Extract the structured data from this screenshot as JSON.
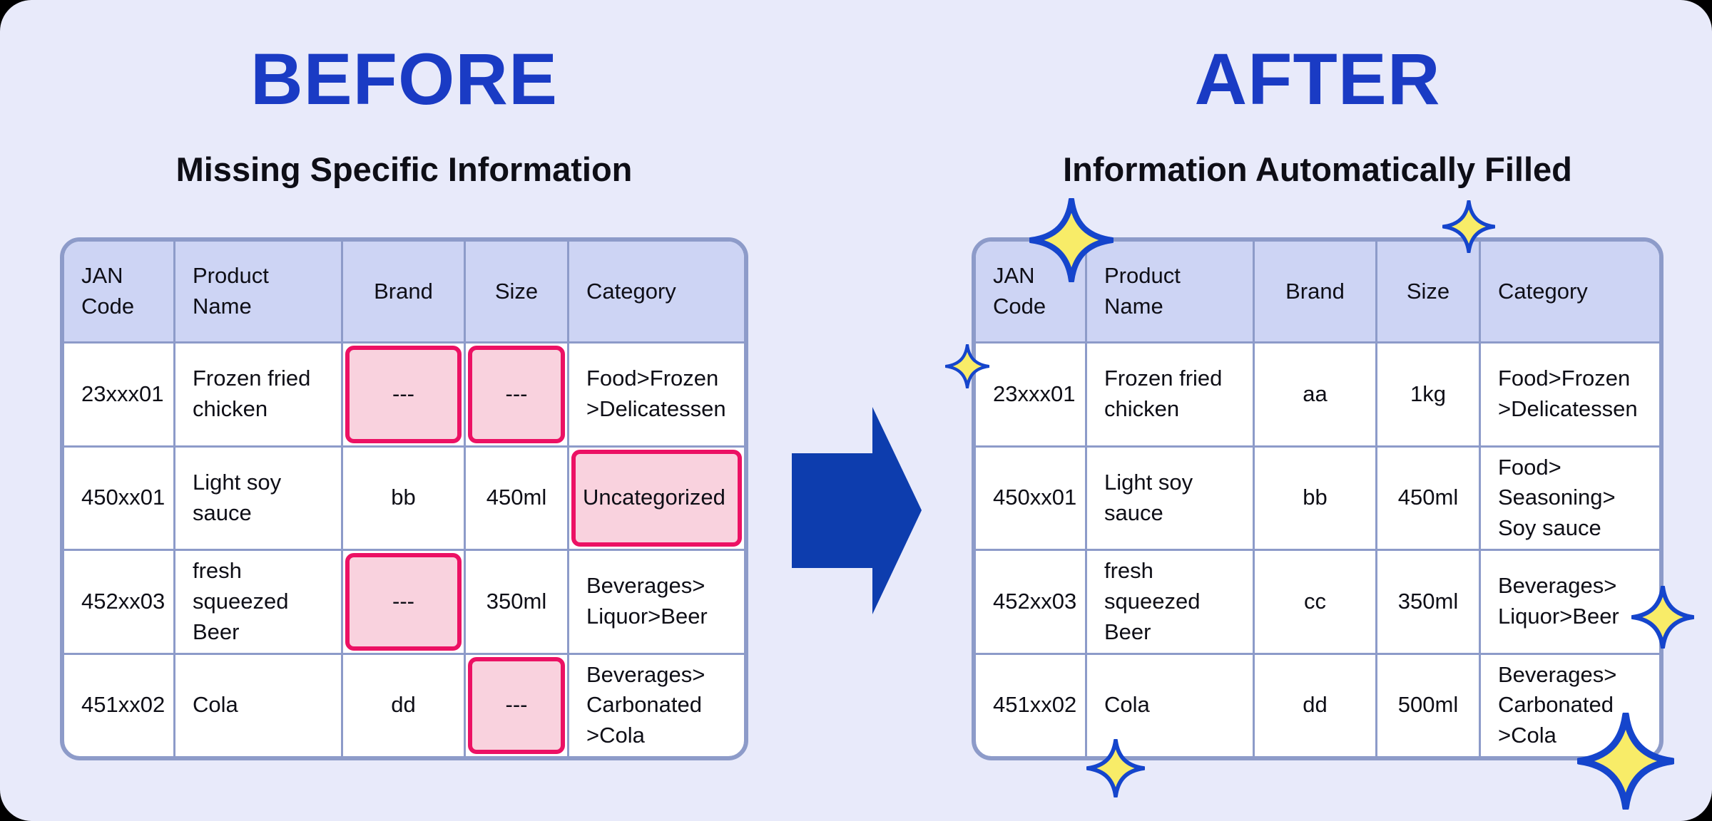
{
  "colors": {
    "card_bg": "#e8eafa",
    "header_bg": "#cdd4f4",
    "grid_border": "#8d9bc9",
    "cell_bg": "#ffffff",
    "highlight_fill": "#f9d2de",
    "highlight_border": "#ec1164",
    "title_blue": "#1a3bc4",
    "arrow_blue": "#0d3dae",
    "sparkle_fill": "#f8ec68",
    "sparkle_stroke": "#1545cc",
    "text": "#0e0e16"
  },
  "before": {
    "title": "BEFORE",
    "subtitle": "Missing Specific Information",
    "table": {
      "headers": [
        "JAN\nCode",
        "Product\nName",
        "Brand",
        "Size",
        "Category"
      ],
      "rows": [
        [
          {
            "text": "23xxx01"
          },
          {
            "text": "Frozen fried\nchicken"
          },
          {
            "text": "---",
            "highlight": true
          },
          {
            "text": "---",
            "highlight": true
          },
          {
            "text": "Food>Frozen\n>Delicatessen"
          }
        ],
        [
          {
            "text": "450xx01"
          },
          {
            "text": "Light soy\nsauce"
          },
          {
            "text": "bb"
          },
          {
            "text": "450ml"
          },
          {
            "text": "Uncategorized",
            "highlight": true
          }
        ],
        [
          {
            "text": "452xx03"
          },
          {
            "text": "fresh\nsqueezed\nBeer"
          },
          {
            "text": "---",
            "highlight": true
          },
          {
            "text": "350ml"
          },
          {
            "text": "Beverages>\nLiquor>Beer"
          }
        ],
        [
          {
            "text": "451xx02"
          },
          {
            "text": "Cola"
          },
          {
            "text": "dd"
          },
          {
            "text": "---",
            "highlight": true
          },
          {
            "text": "Beverages>\nCarbonated\n>Cola"
          }
        ]
      ]
    }
  },
  "after": {
    "title": "AFTER",
    "subtitle": "Information Automatically Filled",
    "table": {
      "headers": [
        "JAN\nCode",
        "Product\nName",
        "Brand",
        "Size",
        "Category"
      ],
      "rows": [
        [
          {
            "text": "23xxx01"
          },
          {
            "text": "Frozen fried\nchicken"
          },
          {
            "text": "aa"
          },
          {
            "text": "1kg"
          },
          {
            "text": "Food>Frozen\n>Delicatessen"
          }
        ],
        [
          {
            "text": "450xx01"
          },
          {
            "text": "Light soy\nsauce"
          },
          {
            "text": "bb"
          },
          {
            "text": "450ml"
          },
          {
            "text": "Food>\nSeasoning>\nSoy sauce"
          }
        ],
        [
          {
            "text": "452xx03"
          },
          {
            "text": "fresh\nsqueezed\nBeer"
          },
          {
            "text": "cc"
          },
          {
            "text": "350ml"
          },
          {
            "text": "Beverages>\nLiquor>Beer"
          }
        ],
        [
          {
            "text": "451xx02"
          },
          {
            "text": "Cola"
          },
          {
            "text": "dd"
          },
          {
            "text": "500ml"
          },
          {
            "text": "Beverages>\nCarbonated\n>Cola"
          }
        ]
      ]
    }
  }
}
